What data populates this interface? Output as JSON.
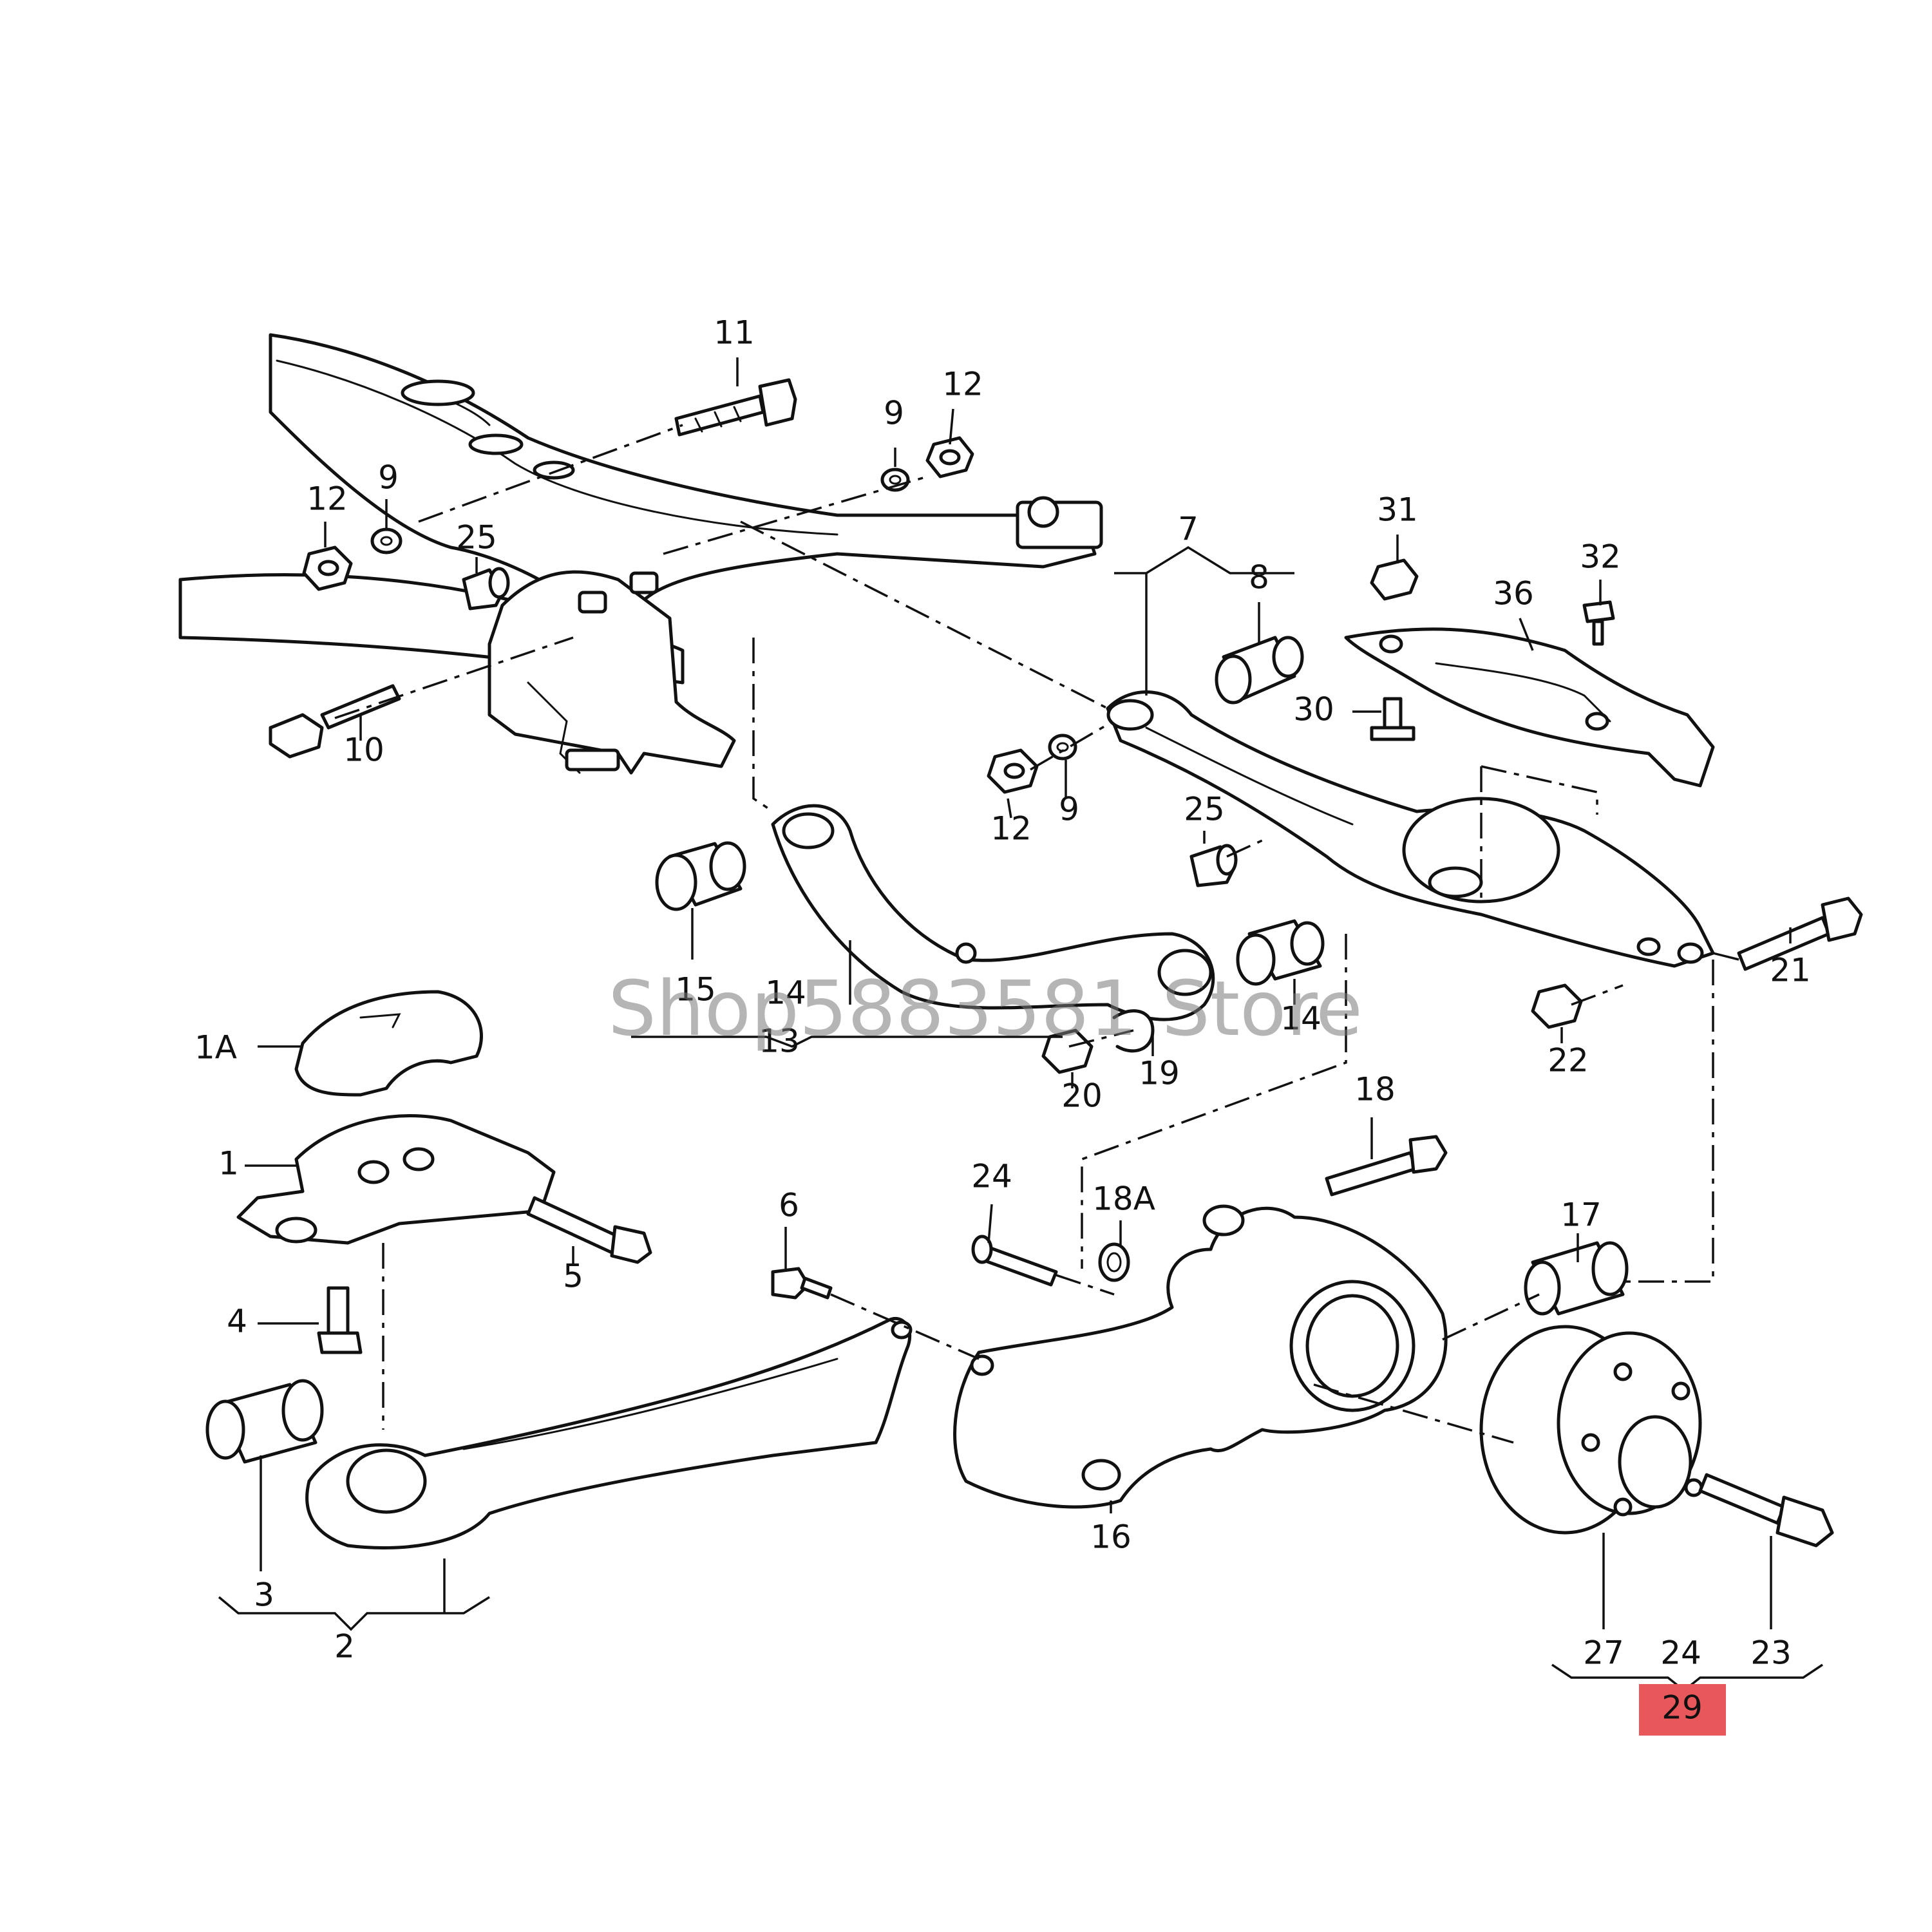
{
  "labels": {
    "l11": "11",
    "l12a": "12",
    "l9a": "9",
    "l12b": "12",
    "l9b": "9",
    "l25a": "25",
    "l10": "10",
    "l7": "7",
    "l8": "8",
    "l31": "31",
    "l32": "32",
    "l36": "36",
    "l30": "30",
    "l12c": "12",
    "l9c": "9",
    "l25b": "25",
    "l15": "15",
    "l14a": "14",
    "l13": "13",
    "l14b": "14",
    "l20": "20",
    "l19": "19",
    "l21": "21",
    "l22": "22",
    "l1A": "1A",
    "l1": "1",
    "l5": "5",
    "l4": "4",
    "l6": "6",
    "l24a": "24",
    "l18": "18",
    "l18A": "18A",
    "l17": "17",
    "l3": "3",
    "l2": "2",
    "l16": "16",
    "l27": "27",
    "l24b": "24",
    "l23": "23",
    "l29": "29"
  },
  "watermark": "Shop5883581 Store",
  "colors": {
    "highlight": "#e8575a",
    "line": "#111111",
    "background": "#ffffff"
  }
}
